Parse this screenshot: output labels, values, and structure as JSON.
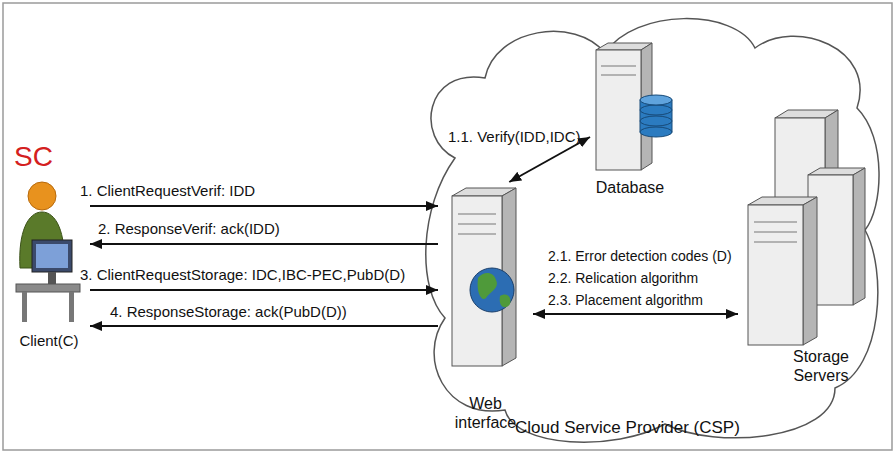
{
  "diagram": {
    "nodes": [
      {
        "text": [
          "SC",
          "Client(C)"
        ]
      },
      {
        "text": [
          "Cloud Service Provider (CSP)"
        ]
      },
      {
        "text": [
          "Database"
        ],
        "in": 1
      },
      {
        "text": [
          "Web interface"
        ],
        "in": 1
      },
      {
        "text": [
          "Storage Servers"
        ],
        "in": 1
      }
    ],
    "edges": [
      {
        "from": 0,
        "to": 3,
        "label": "1. ClientRequestVerif: IDD",
        "arrow": "to"
      },
      {
        "from": 3,
        "to": 0,
        "label": "2. ResponseVerif: ack(IDD)",
        "arrow": "to"
      },
      {
        "from": 0,
        "to": 3,
        "label": "3. ClientRequestStorage: IDC,IBC-PEC,PubD(D)",
        "arrow": "to"
      },
      {
        "from": 3,
        "to": 0,
        "label": "4. ResponseStorage: ack(PubD(D))",
        "arrow": "to"
      },
      {
        "from": 3,
        "to": 2,
        "label": "1.1. Verify(IDD,IDC)",
        "arrow": "both"
      },
      {
        "from": 3,
        "to": 4,
        "label": "2.3. Placement algorithm",
        "arrow": "both"
      }
    ],
    "labels": [
      "2.1. Error detection codes (D)",
      "2.2. Relication algorithm"
    ]
  }
}
